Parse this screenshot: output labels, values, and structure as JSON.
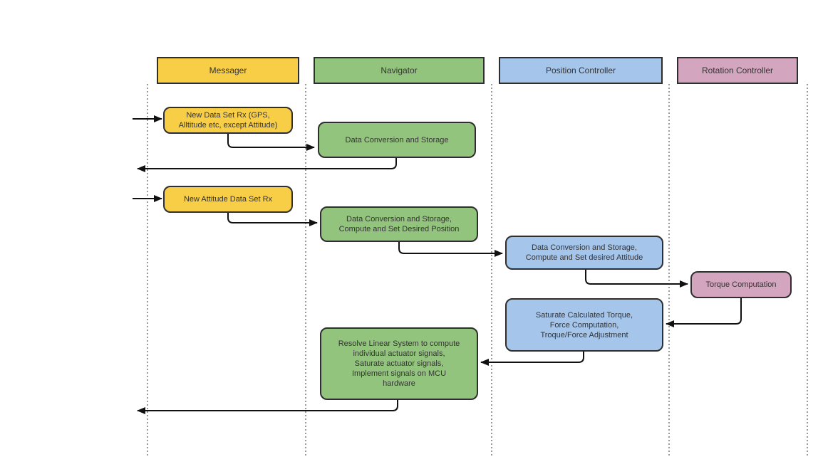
{
  "diagram": {
    "colors": {
      "yellow": "#f7ce46",
      "green": "#93c47d",
      "blue": "#a6c5ea",
      "pink": "#d3a5be",
      "border": "#2e2e2e",
      "line": "#111111",
      "lifeline": "#999999",
      "text": "#333333"
    },
    "lanes": [
      {
        "label": "Messager"
      },
      {
        "label": "Navigator"
      },
      {
        "label": "Position Controller"
      },
      {
        "label": "Rotation Controller"
      }
    ],
    "nodes": [
      {
        "label": "New Data Set Rx (GPS,\nAlltitude etc, except Attitude)"
      },
      {
        "label": "Data Conversion and Storage"
      },
      {
        "label": "New Attitude Data Set Rx"
      },
      {
        "label": "Data Conversion and Storage,\nCompute and Set Desired Position"
      },
      {
        "label": "Data Conversion and Storage,\nCompute and Set desired Attitude"
      },
      {
        "label": "Torque Computation"
      },
      {
        "label": "Saturate Calculated Torque,\nForce Computation,\nTroque/Force Adjustment"
      },
      {
        "label": "Resolve Linear System to compute\nindividual actuator signals,\nSaturate actuator signals,\nImplement signals on MCU\nhardware"
      }
    ]
  }
}
